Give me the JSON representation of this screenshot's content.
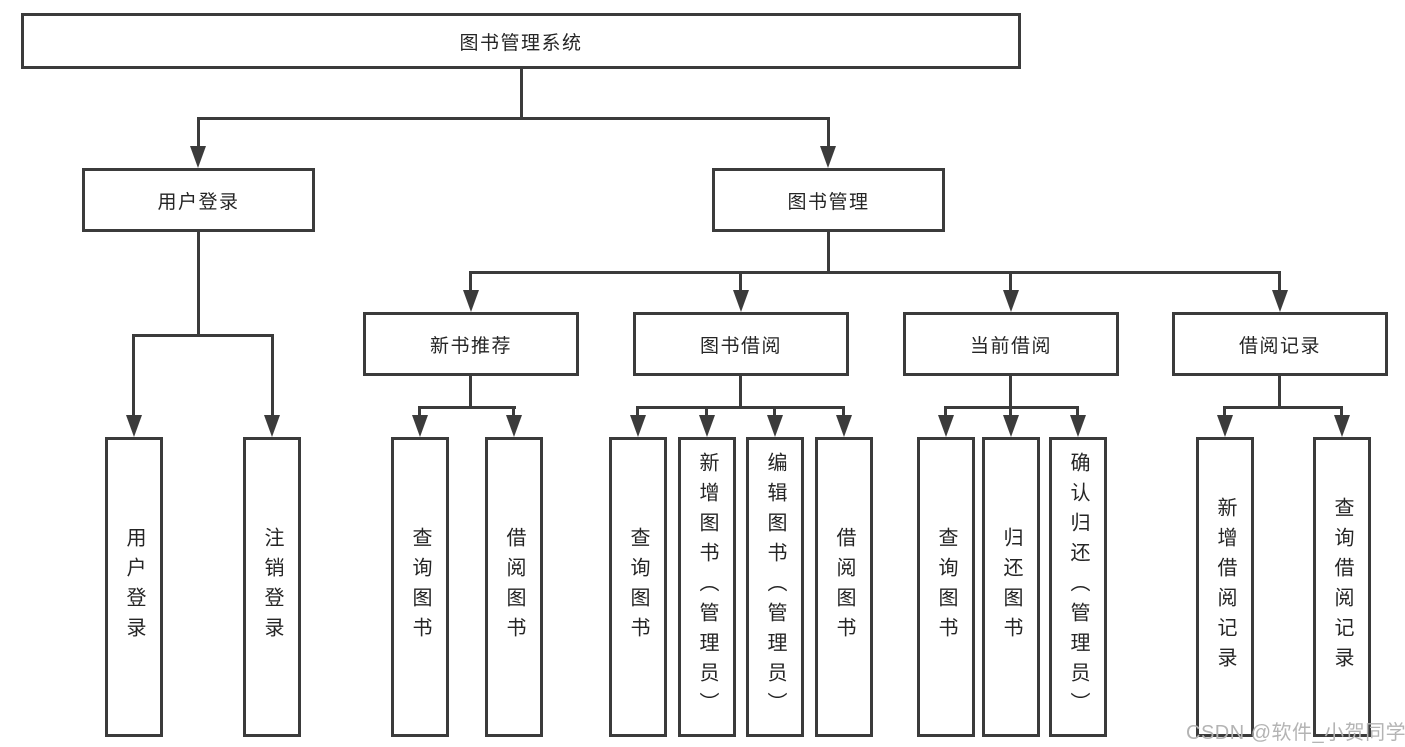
{
  "colors": {
    "line": "#3b3b3b",
    "box_border": "#3b3b3b",
    "box_fill": "#ffffff",
    "text": "#252525",
    "background": "#ffffff",
    "watermark": "#b4b4b4"
  },
  "tree": {
    "root": "图书管理系统",
    "branches": [
      {
        "label": "用户登录",
        "children": [
          "用户登录",
          "注销登录"
        ]
      },
      {
        "label": "图书管理",
        "groups": [
          {
            "label": "新书推荐",
            "children": [
              "查询图书",
              "借阅图书"
            ]
          },
          {
            "label": "图书借阅",
            "children": [
              "查询图书",
              "新增图书（管理员）",
              "编辑图书（管理员）",
              "借阅图书"
            ]
          },
          {
            "label": "当前借阅",
            "children": [
              "查询图书",
              "归还图书",
              "确认归还（管理员）"
            ]
          },
          {
            "label": "借阅记录",
            "children": [
              "新增借阅记录",
              "查询借阅记录"
            ]
          }
        ]
      }
    ]
  },
  "watermark": "CSDN @软件_小贺同学"
}
